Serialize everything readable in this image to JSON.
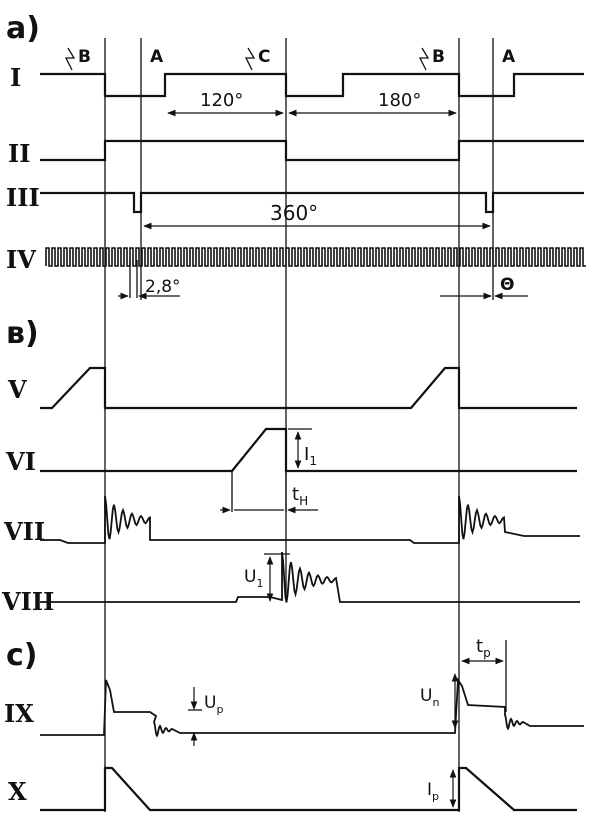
{
  "sections": {
    "a": "a)",
    "b": "в)",
    "c": "c)"
  },
  "rows": {
    "I": "I",
    "II": "II",
    "III": "III",
    "IV": "IV",
    "V": "V",
    "VI": "VI",
    "VII": "VII",
    "VIII": "VIII",
    "IX": "IX",
    "X": "X"
  },
  "markers": {
    "b1": "B",
    "a1": "A",
    "c": "C",
    "b2": "B",
    "a2": "A"
  },
  "annotations": {
    "deg120": "120°",
    "deg180": "180°",
    "deg360": "360°",
    "deg2_8": "2,8°",
    "theta": "Θ",
    "I1": "I",
    "I1_sub": "1",
    "tH": "t",
    "tH_sub": "H",
    "U1": "U",
    "U1_sub": "1",
    "Up": "U",
    "Up_sub": "p",
    "Un": "U",
    "Un_sub": "n",
    "tp": "t",
    "tp_sub": "p",
    "Ip": "I",
    "Ip_sub": "p"
  },
  "colors": {
    "ink": "#111111",
    "paper": "#ffffff"
  }
}
